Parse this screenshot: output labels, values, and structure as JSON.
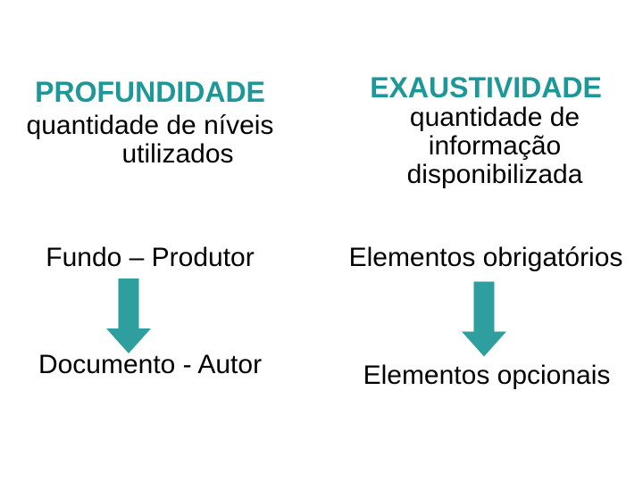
{
  "colors": {
    "title": "#1d9797",
    "arrow": "#2f9e9e",
    "text": "#000000",
    "background": "#ffffff"
  },
  "left": {
    "title": "PROFUNDIDADE",
    "subtitle_lines": [
      "quantidade de níveis",
      "utilizados"
    ],
    "top_item": "Fundo – Produtor",
    "bottom_item": "Documento - Autor"
  },
  "right": {
    "title": "EXAUSTIVIDADE",
    "subtitle_lines": [
      "quantidade de",
      "informação",
      "disponibilizada"
    ],
    "top_item": "Elementos obrigatórios",
    "bottom_item": "Elementos opcionais"
  },
  "icons": {
    "left_arrow": "down-arrow",
    "right_arrow": "down-arrow"
  }
}
